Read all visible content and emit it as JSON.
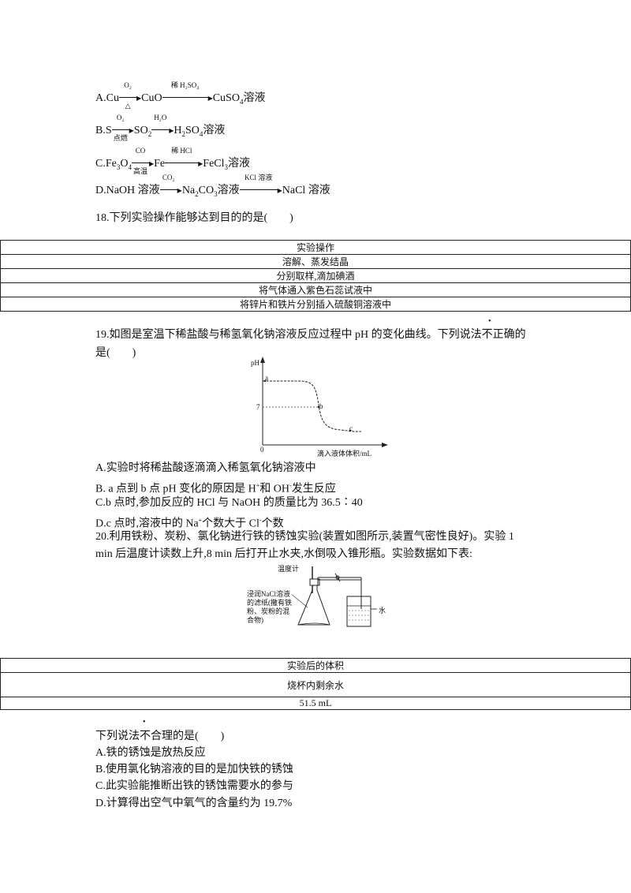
{
  "q17": {
    "a": {
      "prefix": "A.Cu",
      "arrow1_top": "O₂",
      "arrow1_bottom": "△",
      "mid": "CuO",
      "arrow2_top": "稀 H₂SO₄",
      "result": "CuSO",
      "result_sub": "4",
      "result_tail": "溶液"
    },
    "b": {
      "prefix": "B.S",
      "arrow1_top": "O₂",
      "arrow1_bottom": "点燃",
      "mid": "SO",
      "mid_sub": "2",
      "arrow2_top": "H₂O",
      "result": "H",
      "result_sub": "2",
      "result_mid": "SO",
      "result_sub2": "4",
      "result_tail": "溶液"
    },
    "c": {
      "prefix": "C.Fe",
      "prefix_sub": "3",
      "prefix_mid": "O",
      "prefix_sub2": "4",
      "arrow1_top": "CO",
      "arrow1_bottom": "高温",
      "mid": "Fe",
      "arrow2_top": "稀 HCl",
      "result": "FeCl",
      "result_sub": "3",
      "result_tail": "溶液"
    },
    "d": {
      "prefix": "D.NaOH 溶液",
      "arrow1_top": "CO₂",
      "mid": "Na",
      "mid_sub": "2",
      "mid_mid": "CO",
      "mid_sub2": "3",
      "mid_tail": "溶液",
      "arrow2_top": "KCl 溶液",
      "result": "NaCl 溶液"
    }
  },
  "q18": {
    "stem": "18.下列实验操作能够达到目的的是(　　)",
    "table_header": "实验操作",
    "rows": [
      "溶解、蒸发结晶",
      "分别取样,滴加碘酒",
      "将气体通入紫色石蕊试液中",
      "将锌片和铁片分别插入硫酸铜溶液中"
    ]
  },
  "q19": {
    "stem_line1": "19.如图是室温下稀盐酸与稀氢氧化钠溶液反应过程中 pH 的变化曲线。下列说法不正确的",
    "stem_line2": "是(　　)",
    "graph": {
      "y_label": "pH",
      "x_label": "滴入液体体积/mL",
      "origin": "0",
      "tick_7": "7",
      "pt_a": "a",
      "pt_b": "b",
      "pt_c": "c"
    },
    "opt_a": "A.实验时将稀盐酸逐滴滴入稀氢氧化钠溶液中",
    "opt_b_1": "B.  a 点到 b 点 pH 变化的原因是 H",
    "opt_b_sup1": "+",
    "opt_b_2": "和 OH",
    "opt_b_sup2": "-",
    "opt_b_3": "发生反应",
    "opt_c": "C.b 点时,参加反应的 HCl 与 NaOH 的质量比为 36.5∶40",
    "opt_d_1": "D.c 点时,溶液中的 Na",
    "opt_d_sup1": "+",
    "opt_d_2": "个数大于 Cl",
    "opt_d_sup2": "-",
    "opt_d_3": "个数"
  },
  "q20": {
    "stem_line1": "20.利用铁粉、炭粉、氯化钠进行铁的锈蚀实验(装置如图所示,装置气密性良好)。实验 1",
    "stem_line2": "min 后温度计读数上升,8  min 后打开止水夹,水倒吸入锥形瓶。实验数据如下表:",
    "fig": {
      "thermometer": "温度计",
      "paper_1": "浸润NaCl溶液",
      "paper_2": "的滤纸(撒有铁",
      "paper_3": "粉、炭粉的混",
      "paper_4": "合物)",
      "water": "水"
    },
    "table_header": "实验后的体积",
    "table_sub": "烧杯内剩余水",
    "table_val": "51.5  mL",
    "stem2": "下列说法不合理的是(　　)",
    "opt_a": "A.铁的锈蚀是放热反应",
    "opt_b": "B.使用氯化钠溶液的目的是加快铁的锈蚀",
    "opt_c": "C.此实验能推断出铁的锈蚀需要水的参与",
    "opt_d": "D.计算得出空气中氧气的含量约为 19.7%"
  }
}
